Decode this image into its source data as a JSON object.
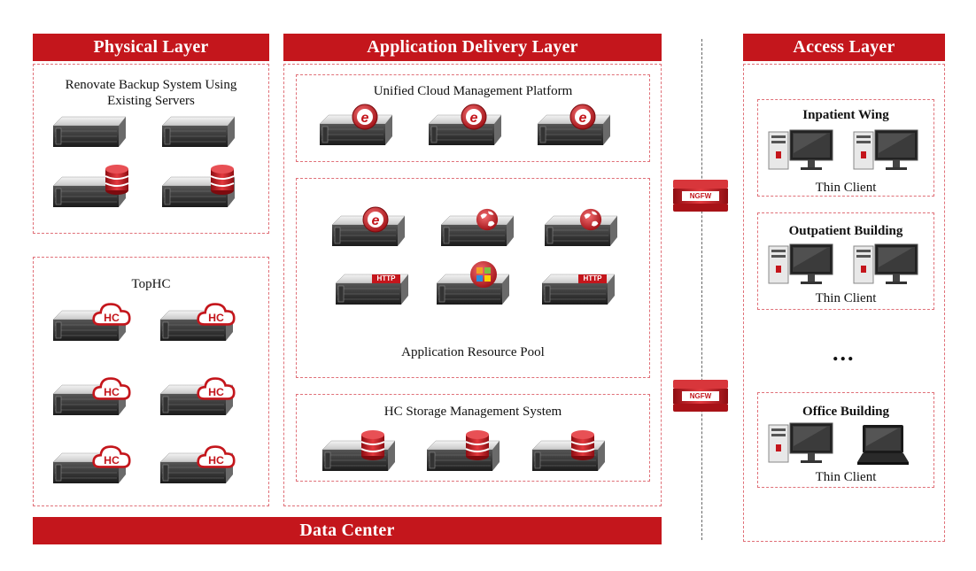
{
  "headers": {
    "physical": "Physical Layer",
    "app_delivery": "Application Delivery Layer",
    "access": "Access Layer",
    "data_center": "Data Center"
  },
  "physical": {
    "backup_title": "Renovate Backup System Using Existing Servers",
    "tophc_title": "TopHC"
  },
  "app": {
    "ucmp_title": "Unified Cloud Management Platform",
    "pool_title": "Application Resource Pool",
    "storage_title": "HC Storage Management System"
  },
  "access": {
    "groups": [
      {
        "name": "Inpatient Wing",
        "client_label": "Thin Client"
      },
      {
        "name": "Outpatient Building",
        "client_label": "Thin Client"
      },
      {
        "name": "Office Building",
        "client_label": "Thin Client"
      }
    ],
    "ellipsis": "..."
  },
  "firewall_label": "NGFW",
  "badges": {
    "hc": "HC",
    "http": "HTTP",
    "e": "e"
  },
  "colors": {
    "accent": "#c4161c",
    "dash": "#e07078"
  },
  "icons": [
    "server-icon",
    "database-icon",
    "hc-cloud-icon",
    "e-browser-icon",
    "globe-icon",
    "http-icon",
    "windows-icon",
    "firewall-icon",
    "desktop-pc-icon",
    "laptop-icon"
  ]
}
